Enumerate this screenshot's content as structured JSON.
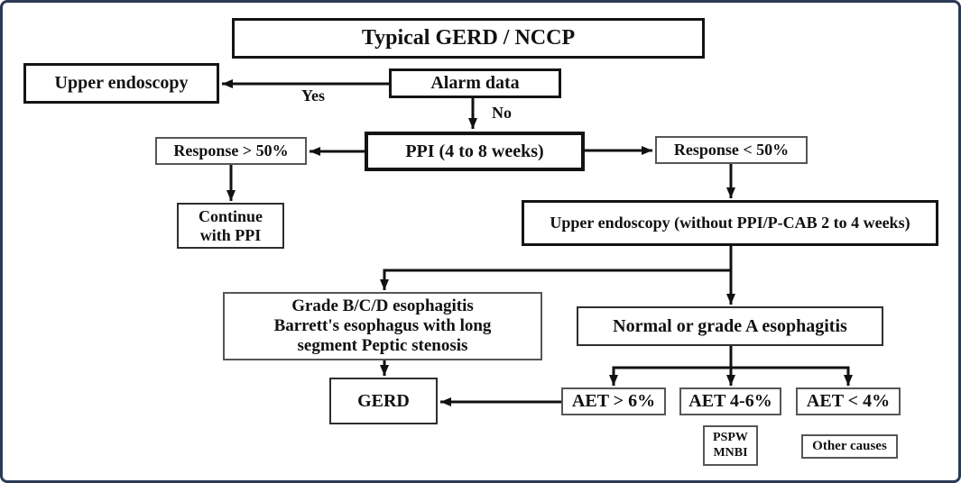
{
  "frame": {
    "border_color": "#2c3a56",
    "background": "#ffffff",
    "line_color": "#111111"
  },
  "nodes": {
    "title": "Typical GERD / NCCP",
    "upper_endoscopy": "Upper endoscopy",
    "alarm_data": "Alarm data",
    "ppi": "PPI (4 to 8 weeks)",
    "response_gt50": "Response > 50%",
    "response_lt50": "Response < 50%",
    "continue_ppi": {
      "line1": "Continue",
      "line2": "with PPI"
    },
    "upper_endoscopy_no_ppi": "Upper endoscopy (without PPI/P-CAB 2 to 4 weeks)",
    "grade_bcd": {
      "line1": "Grade B/C/D esophagitis",
      "line2": "Barrett's esophagus with long",
      "line3": "segment Peptic stenosis"
    },
    "normal_grade_a": "Normal or grade A esophagitis",
    "gerd": "GERD",
    "aet_gt6": "AET > 6%",
    "aet_4to6": "AET 4-6%",
    "aet_lt4": "AET < 4%",
    "pspw_mnbi": {
      "line1": "PSPW",
      "line2": "MNBI"
    },
    "other_causes": "Other causes"
  },
  "edge_labels": {
    "yes": "Yes",
    "no": "No"
  }
}
